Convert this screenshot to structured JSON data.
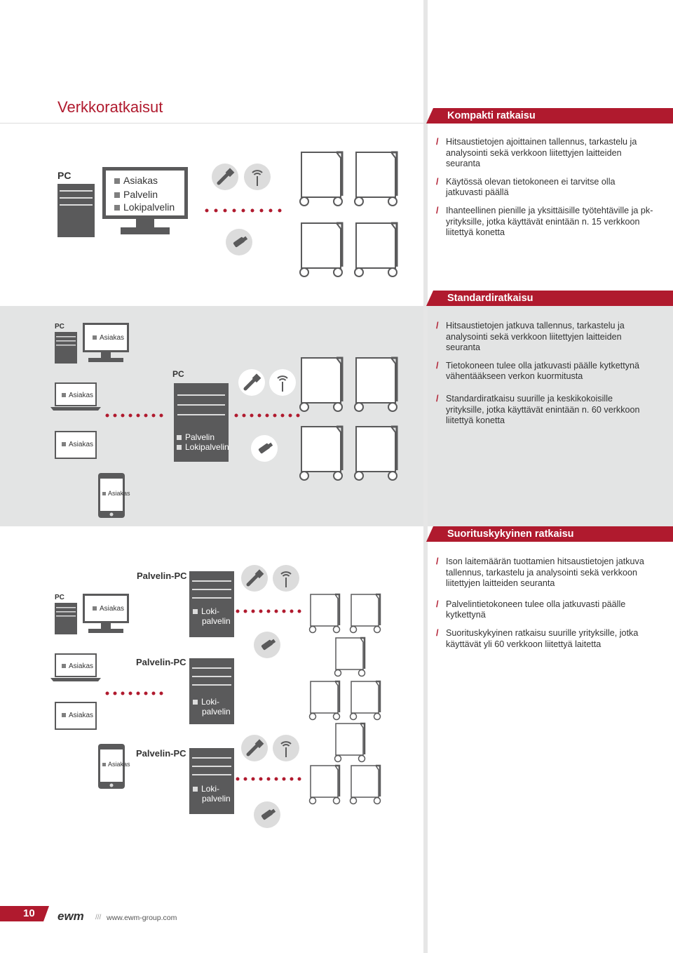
{
  "page": {
    "title": "Verkkoratkaisut",
    "page_number": "10",
    "logo": "ewm",
    "url_slashes": "///",
    "url": "www.ewm-group.com"
  },
  "sections": {
    "compact": {
      "title": "Kompakti ratkaisu",
      "bullets": [
        "Hitsaustietojen ajoittainen tallennus, tarkastelu ja analysointi sekä verkkoon liitettyjen laitteiden seuranta",
        "Käytössä olevan tietokoneen ei tarvitse olla jatkuvasti päällä",
        "Ihanteellinen pienille ja yksittäisille työtehtäville ja pk-yrityksille, jotka käyttävät enintään n. 15 verkkoon liitettyä konetta"
      ],
      "diagram": {
        "pc_label": "PC",
        "monitor_items": [
          "Asiakas",
          "Palvelin",
          "Lokipalvelin"
        ]
      }
    },
    "standard": {
      "title": "Standardiratkaisu",
      "bullets": [
        "Hitsaustietojen jatkuva tallennus, tarkastelu ja analysointi sekä verkkoon liitettyjen laitteiden seuranta",
        "Tietokoneen tulee olla jatkuvasti päälle kytkettynä vähentääkseen verkon kuormitusta",
        "Standardiratkaisu suurille ja keskikokoisille yrityksille, jotka käyttävät enintään n. 60 verkkoon liitettyä konetta"
      ],
      "diagram": {
        "pc_label": "PC",
        "client_label": "Asiakas",
        "server_pc_label": "PC",
        "server_items": [
          "Palvelin",
          "Lokipalvelin"
        ]
      }
    },
    "performance": {
      "title": "Suorituskykyinen ratkaisu",
      "bullets": [
        "Ison laitemäärän tuottamien hitsaustietojen jatkuva tallennus, tarkastelu ja analysointi sekä verkkoon liitettyjen laitteiden seuranta",
        "Palvelintietokoneen tulee olla jatkuvasti päälle kytkettynä",
        "Suorituskykyinen ratkaisu suurille yrityksille, jotka käyttävät yli 60 verkkoon liitettyä laitetta"
      ],
      "diagram": {
        "pc_label": "PC",
        "client_label": "Asiakas",
        "server_label": "Palvelin-PC",
        "log_line1": "Loki-",
        "log_line2": "palvelin"
      }
    }
  },
  "colors": {
    "accent": "#b01a2e",
    "device": "#5a5a5b",
    "shade": "#e3e4e4"
  }
}
